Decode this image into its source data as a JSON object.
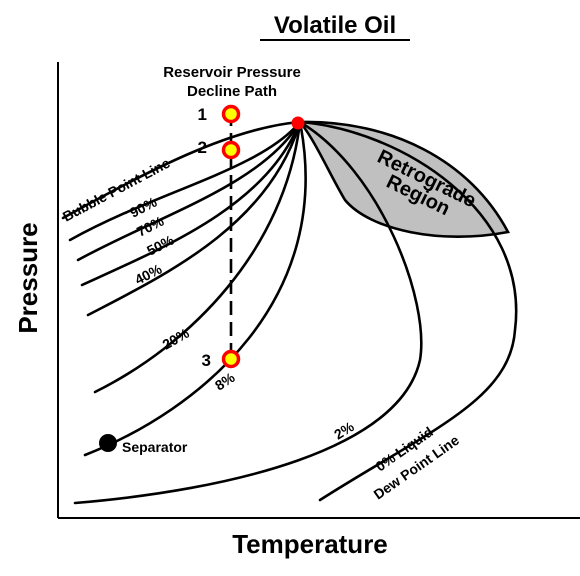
{
  "title": "Volatile Oil",
  "axes": {
    "x_label": "Temperature",
    "y_label": "Pressure"
  },
  "decline_path": {
    "title_line1": "Reservoir Pressure",
    "title_line2": "Decline Path",
    "style": "dashed"
  },
  "points": [
    {
      "label": "1"
    },
    {
      "label": "2"
    },
    {
      "label": "3"
    }
  ],
  "curve_labels": {
    "bubble_point": "Bubble Point Line",
    "q90": "90%",
    "q70": "70%",
    "q50": "50%",
    "q40": "40%",
    "q20": "20%",
    "q8": "8%",
    "q2": "2%",
    "dew_point_line1": "0% Liquid",
    "dew_point_line2": "Dew Point Line"
  },
  "region": {
    "line1": "Retrograde",
    "line2": "Region"
  },
  "separator": {
    "label": "Separator"
  },
  "colors": {
    "critical_point": "#ff0000",
    "point_fill": "#ffff00",
    "point_ring": "#ff0000",
    "region_fill": "#c0c0c0",
    "separator": "#000000"
  }
}
